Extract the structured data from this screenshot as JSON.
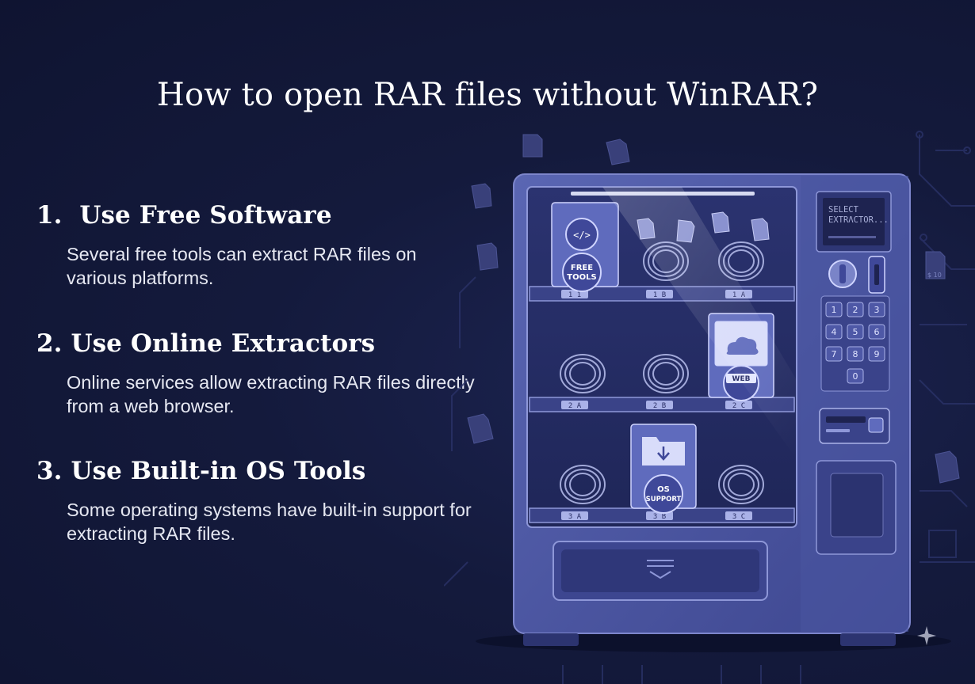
{
  "title": "How to open RAR files without WinRAR?",
  "steps": [
    {
      "number": "1.",
      "title": "Use Free Software",
      "description": "Several free tools can extract RAR files on various platforms."
    },
    {
      "number": "2.",
      "title": "Use Online Extractors",
      "description": "Online services allow extracting RAR files directly from a web browser."
    },
    {
      "number": "3.",
      "title": "Use Built-in OS Tools",
      "description": "Some operating systems have built-in support for extracting RAR files."
    }
  ],
  "machine": {
    "display": {
      "line1": "SELECT",
      "line2": "EXTRΛCTOR..."
    },
    "boxes": {
      "free_tools": {
        "line1": "FREE",
        "line2": "TOOLS"
      },
      "web": "WEB",
      "os_support": {
        "line1": "OS",
        "line2": "SUPPORT"
      }
    },
    "slot_codes": {
      "row1": [
        "1 1",
        "1 B",
        "1 A"
      ],
      "row2": [
        "2 A",
        "2 B",
        "2 C"
      ],
      "row3": [
        "3 A",
        "3 B",
        "3 C"
      ]
    },
    "keypad": [
      "1",
      "2",
      "3",
      "4",
      "5",
      "6",
      "7",
      "8",
      "9",
      "0"
    ],
    "price_tag": "$ 10"
  },
  "colors": {
    "background": "#131a3d",
    "machine_body": "#4f5aa3",
    "machine_dark": "#2c3470",
    "accent": "#8e97d8"
  }
}
